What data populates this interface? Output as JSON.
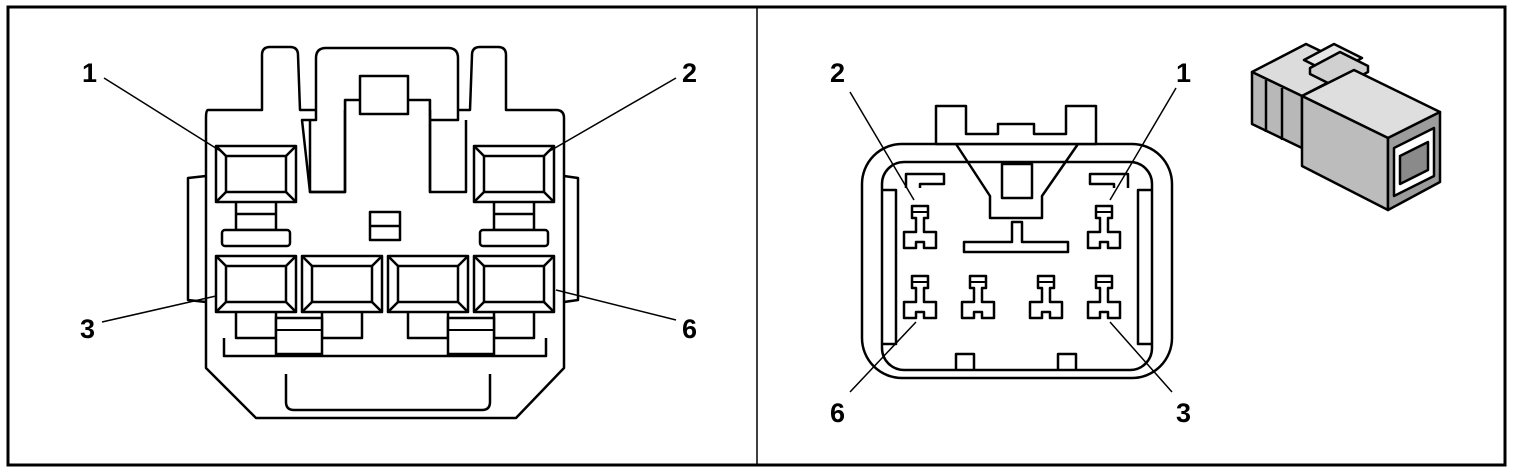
{
  "figure": {
    "colors": {
      "line": "#000000",
      "body": "#ffffff",
      "panel_border": "#000000",
      "shade": "#c8c8c8"
    },
    "panels": [
      {
        "id": "left",
        "view": "terminal-face",
        "callouts": [
          {
            "id": "l1",
            "text": "1"
          },
          {
            "id": "l2",
            "text": "2"
          },
          {
            "id": "l3",
            "text": "3"
          },
          {
            "id": "l6",
            "text": "6"
          }
        ]
      },
      {
        "id": "right",
        "view": "harness-end",
        "callouts": [
          {
            "id": "r2",
            "text": "2"
          },
          {
            "id": "r1",
            "text": "1"
          },
          {
            "id": "r6",
            "text": "6"
          },
          {
            "id": "r3",
            "text": "3"
          }
        ]
      }
    ],
    "inset_icon": "connector-isometric-icon"
  }
}
